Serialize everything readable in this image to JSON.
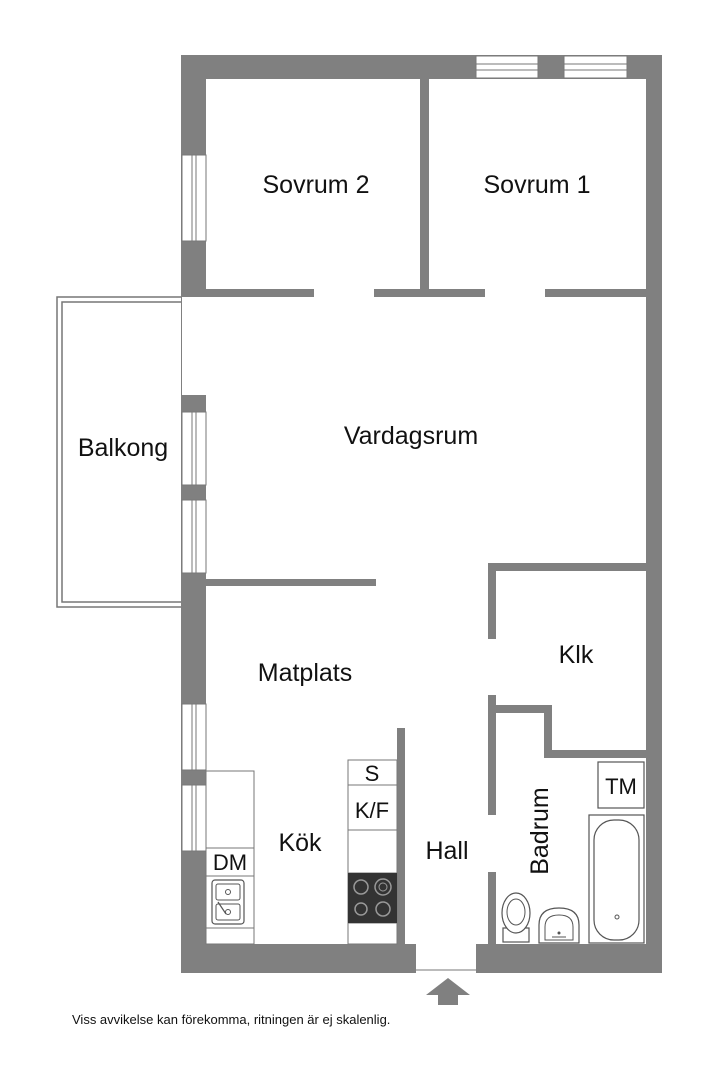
{
  "rooms": {
    "sovrum2": "Sovrum 2",
    "sovrum1": "Sovrum 1",
    "balkong": "Balkong",
    "vardagsrum": "Vardagsrum",
    "matplats": "Matplats",
    "klk": "Klk",
    "kok": "Kök",
    "hall": "Hall",
    "badrum": "Badrum"
  },
  "fixtures": {
    "s": "S",
    "kf": "K/F",
    "dm": "DM",
    "tm": "TM"
  },
  "disclaimer": "Viss avvikelse kan förekomma, ritningen är ej skalenlig.",
  "colors": {
    "wall": "#808080",
    "background": "#ffffff",
    "text": "#111111",
    "stove": "#333333"
  },
  "icons": [
    "entrance-arrow-icon",
    "stove-icon",
    "sink-icon",
    "toilet-icon",
    "washbasin-icon",
    "bathtub-icon"
  ]
}
